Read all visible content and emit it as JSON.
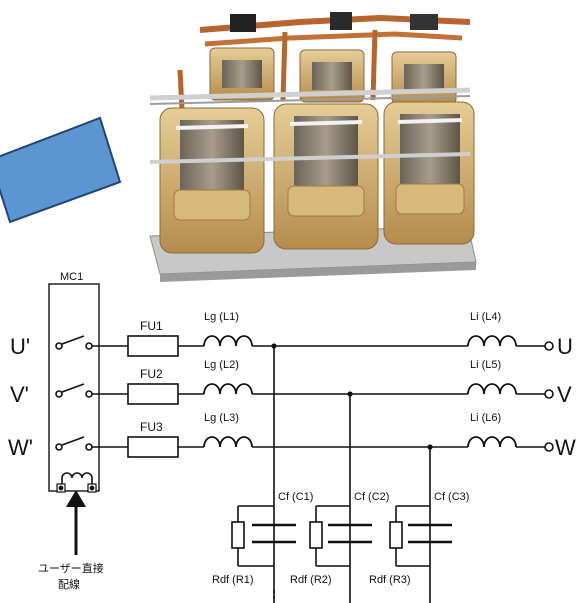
{
  "colors": {
    "arrow": "#5b96d2",
    "arrow_edge": "#24466e",
    "wire": "#111111",
    "coil": "#c9a66b"
  },
  "icons": {
    "arrow": "blue-arrow-icon",
    "photo": "reactor-photo"
  },
  "contactor": {
    "label": "MC1"
  },
  "terminals": {
    "in": [
      "U'",
      "V'",
      "W'"
    ],
    "out": [
      "U",
      "V",
      "W"
    ]
  },
  "fuses": [
    "FU1",
    "FU2",
    "FU3"
  ],
  "reactors_g": [
    "Lg (L1)",
    "Lg (L2)",
    "Lg (L3)"
  ],
  "reactors_i": [
    "Li (L4)",
    "Li (L5)",
    "Li (L6)"
  ],
  "capacitors": [
    "Cf (C1)",
    "Cf (C2)",
    "Cf (C3)"
  ],
  "resistors": [
    "Rdf (R1)",
    "Rdf (R2)",
    "Rdf (R3)"
  ],
  "note": {
    "line1": "ユーザー直接",
    "line2": "配線"
  }
}
